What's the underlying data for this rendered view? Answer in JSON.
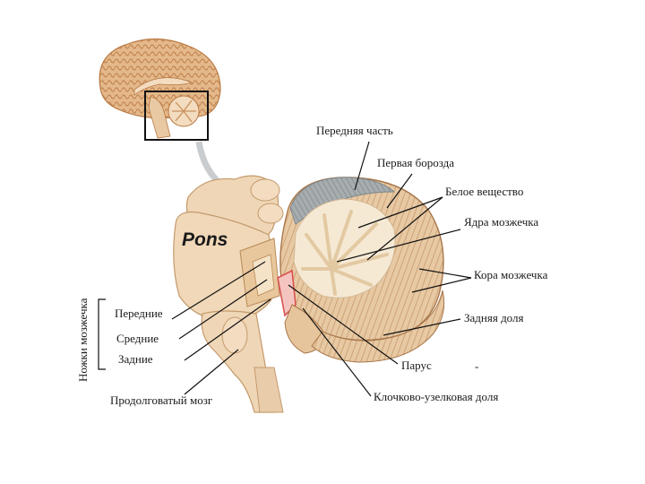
{
  "labels": {
    "anterior_part": "Передняя часть",
    "first_fissure": "Первая борозда",
    "white_matter": "Белое вещество",
    "nuclei": "Ядра мозжечка",
    "cortex": "Кора мозжечка",
    "posterior_lobe": "Задняя доля",
    "velum": "Парус",
    "flocculonodular": "Клочково-узелковая доля",
    "medulla": "Продолговатый мозг",
    "peduncles_group": "Ножки мозжечка",
    "peduncle_anterior": "Передние",
    "peduncle_middle": "Средние",
    "peduncle_posterior": "Задние",
    "pons": "Pons",
    "dash": "-"
  },
  "colors": {
    "brain_tan": "#e4b88a",
    "brain_light": "#f3dcc0",
    "brain_dark": "#c9915c",
    "cortex_gray": "#9aa3a6",
    "white_matter": "#f5e9d4",
    "velum_red": "#d9534f",
    "frame_black": "#111111"
  }
}
